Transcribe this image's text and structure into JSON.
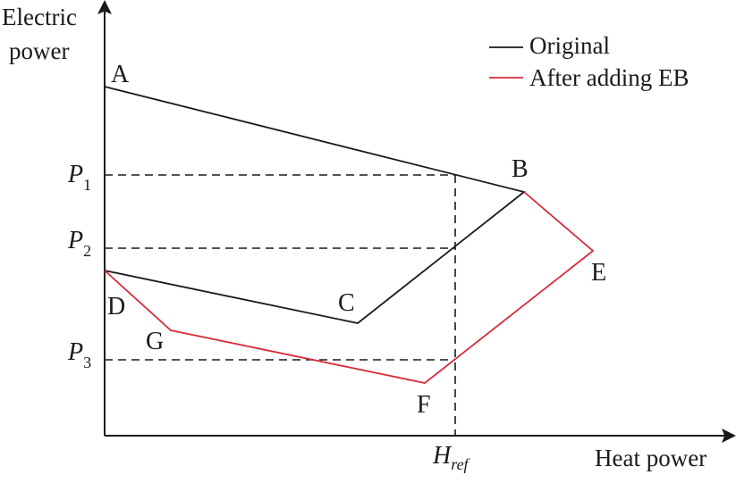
{
  "axes": {
    "y_title_line1": "Electric",
    "y_title_line2": "power",
    "x_title": "Heat power"
  },
  "legend": {
    "original": "Original",
    "after": "After adding EB"
  },
  "colors": {
    "original": "#1a1a1a",
    "after": "#d62b3a",
    "guide": "#1a1a1a"
  },
  "points": {
    "A": "A",
    "B": "B",
    "C": "C",
    "D": "D",
    "E": "E",
    "F": "F",
    "G": "G"
  },
  "levels": {
    "p1_main": "P",
    "p1_sub": "1",
    "p2_main": "P",
    "p2_sub": "2",
    "p3_main": "P",
    "p3_sub": "3",
    "href_main": "H",
    "href_sub": "ref"
  }
}
